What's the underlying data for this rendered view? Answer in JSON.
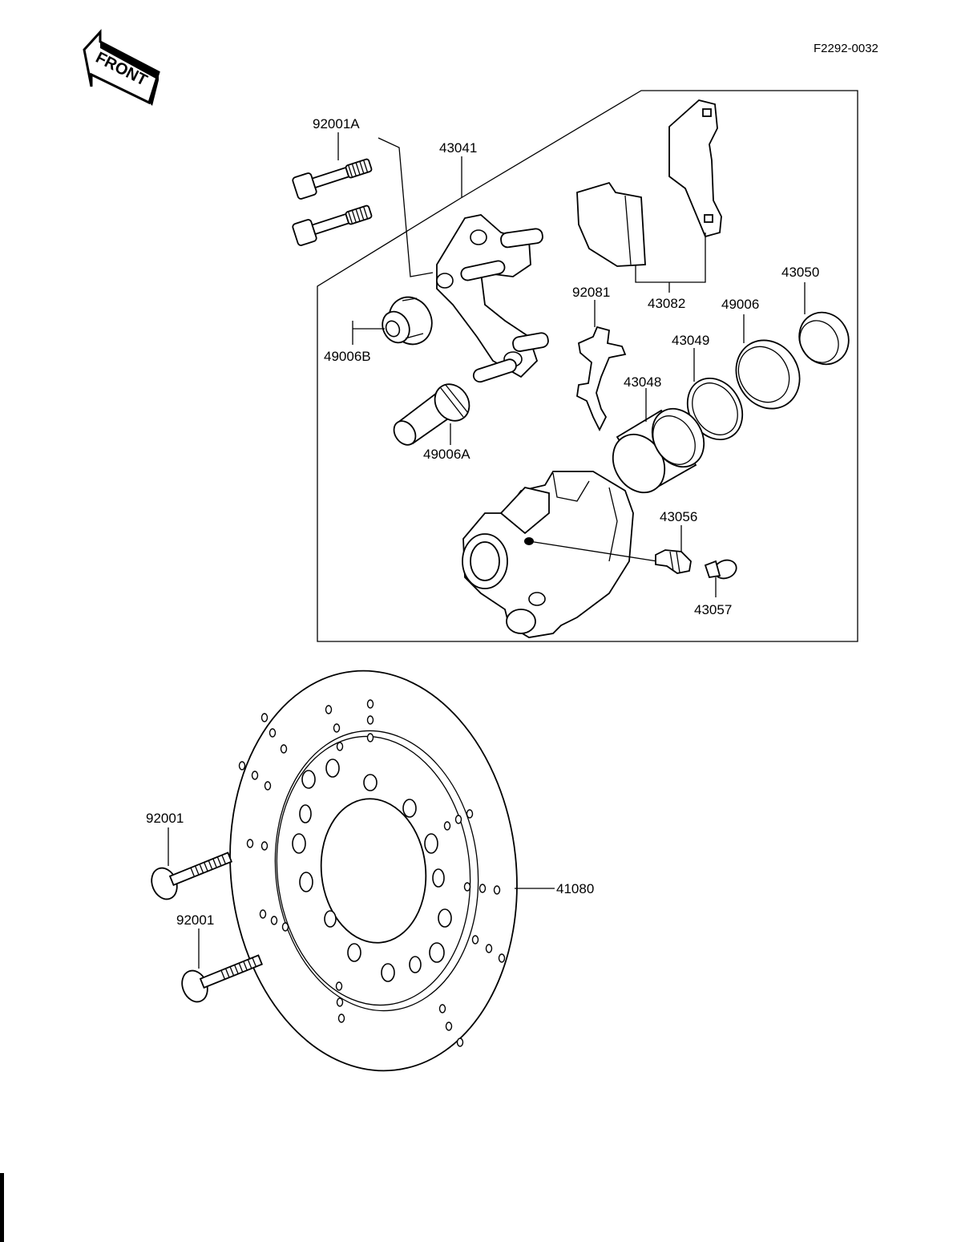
{
  "doc_number": "F2292-0032",
  "front_label": "FRONT",
  "parts": {
    "caliper_bolt": "92001A",
    "caliper_bracket": "43041",
    "brake_pad_outer": "43082",
    "anti_rattle_spring": "92081",
    "piston_boot_cap": "43050",
    "dust_seal": "49006",
    "piston_seal": "43049",
    "piston": "43048",
    "pin_boot_b": "49006B",
    "pin_boot_a": "49006A",
    "bleed_valve": "43056",
    "bleed_cap": "43057",
    "disc_bolt_upper": "92001",
    "disc_bolt_lower": "92001",
    "brake_disc": "41080"
  },
  "colors": {
    "ink": "#000000",
    "paper": "#ffffff"
  }
}
